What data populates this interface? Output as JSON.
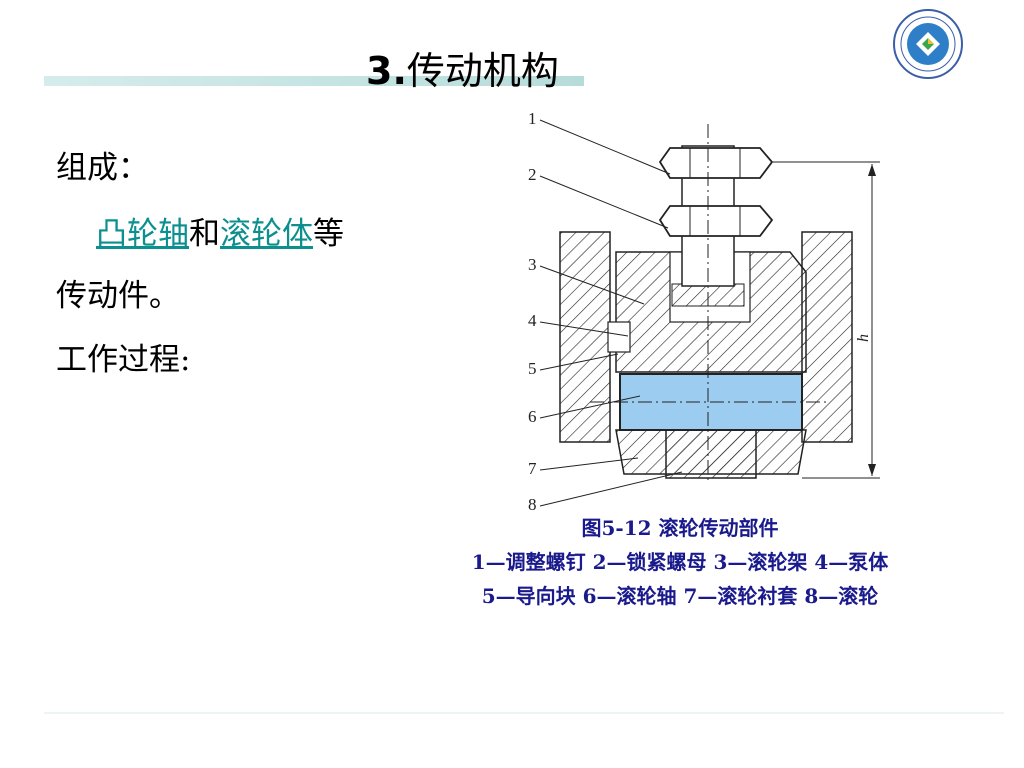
{
  "title": {
    "num": "3.",
    "text": "传动机构"
  },
  "body": {
    "line1": "组成：",
    "link1": "凸轮轴",
    "mid1": "和",
    "link2": "滚轮体",
    "end1": "等",
    "line3": "传动件。",
    "line4": "工作过程:"
  },
  "figure": {
    "labels": [
      "1",
      "2",
      "3",
      "4",
      "5",
      "6",
      "7",
      "8"
    ],
    "dimension": "h"
  },
  "caption": {
    "line1": "图5-12 滚轮传动部件",
    "line2": "1—调整螺钉 2—锁紧螺母 3—滚轮架 4—泵体",
    "line3": "5—导向块 6—滚轮轴 7—滚轮衬套 8—滚轮"
  },
  "colors": {
    "link": "#0b8f8f",
    "caption": "#1a1a8c",
    "shaft": "#9ccdf0"
  }
}
